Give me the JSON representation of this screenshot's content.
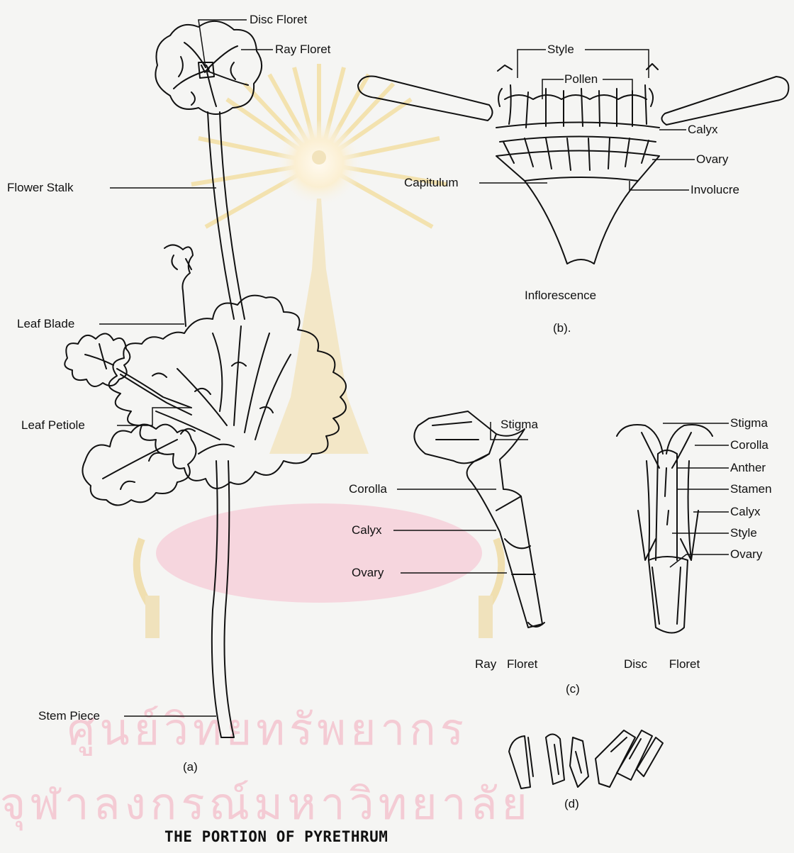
{
  "title": "THE PORTION OF PYRETHRUM",
  "watermark": {
    "line1": "ศูนย์วิทยทรัพยากร",
    "line2": "จุฬาลงกรณ์มหาวิทยาลัย"
  },
  "panel_a": {
    "caption": "(a)",
    "labels": {
      "disc_floret": "Disc Floret",
      "ray_floret": "Ray Floret",
      "flower_stalk": "Flower Stalk",
      "leaf_blade": "Leaf Blade",
      "leaf_petiole": "Leaf Petiole",
      "stem_piece": "Stem Piece"
    }
  },
  "panel_b": {
    "name": "Inflorescence",
    "caption": "(b).",
    "labels": {
      "style": "Style",
      "pollen": "Pollen",
      "calyx": "Calyx",
      "ovary": "Ovary",
      "capitulum": "Capitulum",
      "involucre": "Involucre"
    }
  },
  "panel_c": {
    "caption": "(c)",
    "ray_floret": {
      "name": "Ray Floret",
      "labels": {
        "stigma": "Stigma",
        "corolla": "Corolla",
        "calyx": "Calyx",
        "ovary": "Ovary"
      }
    },
    "disc_floret": {
      "name": "Disc Floret",
      "labels": {
        "stigma": "Stigma",
        "corolla": "Corolla",
        "anther": "Anther",
        "stamen": "Stamen",
        "calyx": "Calyx",
        "style": "Style",
        "ovary": "Ovary"
      }
    }
  },
  "panel_d": {
    "caption": "(d)"
  }
}
